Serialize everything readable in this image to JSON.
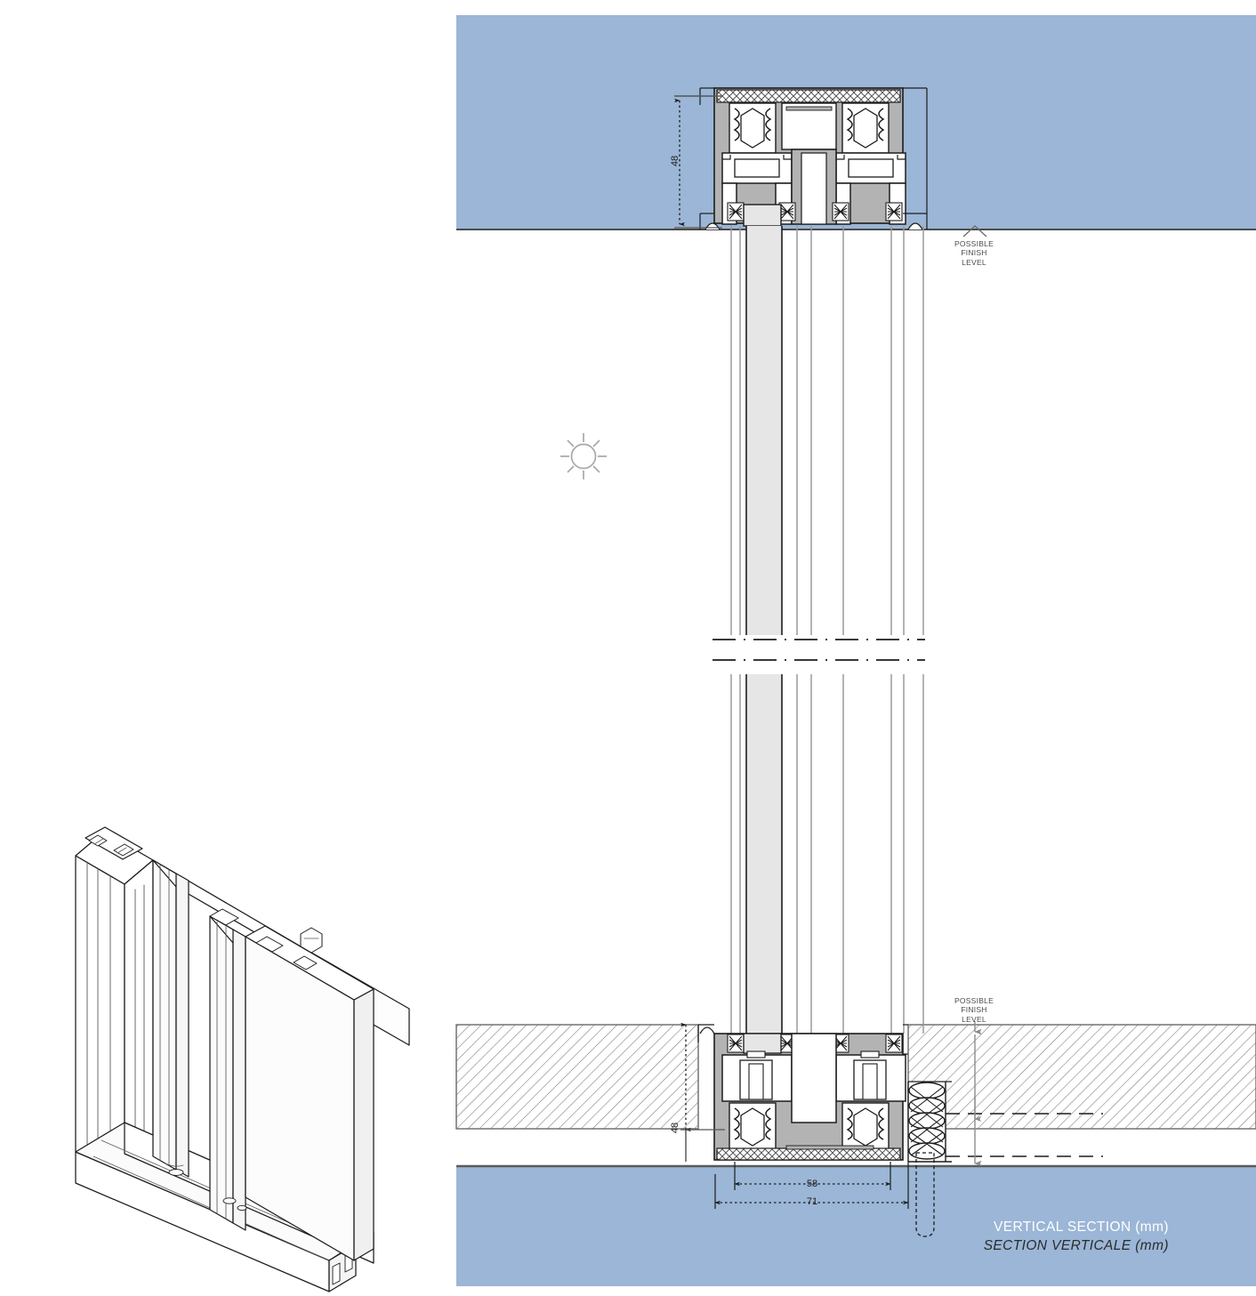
{
  "sheet": {
    "title_en": "VERTICAL SECTION (mm)",
    "title_fr": "SECTION VERTICALE (mm)",
    "unit": "mm",
    "background_color": "#ffffff",
    "wall_fill_color": "#9bb6d6",
    "frame_fill_color": "#b3b3b3",
    "glass_fill_color": "#e6e6e6",
    "line_color": "#1c1c1c"
  },
  "annotations": {
    "finish_level_top": "POSSIBLE\nFINISH\nLEVEL",
    "finish_level_bottom": "POSSIBLE\nFINISH\nLEVEL"
  },
  "dimensions": {
    "head_height": "48",
    "sill_height": "48",
    "inner_width": "58",
    "outer_width": "71"
  },
  "symbols": {
    "exterior_sun": "sun-symbol"
  },
  "views": {
    "isometric": "sliding-door-frame-isometric",
    "section": "vertical-section-detail"
  }
}
